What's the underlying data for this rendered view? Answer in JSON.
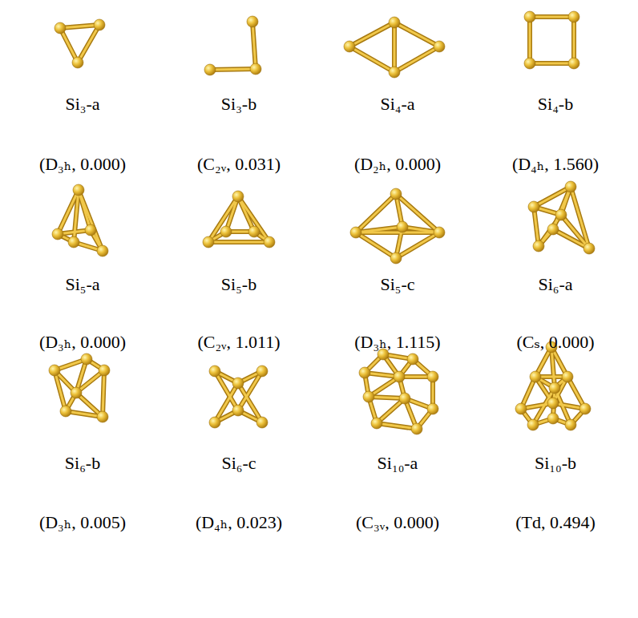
{
  "diagram": {
    "labels": [
      "Si₃-a",
      "Si₃-b",
      "Si₄-a",
      "Si₄-b",
      "(D₃ₕ, 0.000)",
      "(C₂ᵥ, 0.031)",
      "(D₂ₕ, 0.000)",
      "(D₄ₕ, 1.560)",
      "Si₅-a",
      "Si₅-b",
      "Si₅-c",
      "Si₆-a",
      "(D₃ₕ, 0.000)",
      "(C₂ᵥ, 1.011)",
      "(D₃ₕ, 1.115)",
      "(Cₛ, 0.000)",
      "Si₆-b",
      "Si₆-c",
      "Si₁₀-a",
      "Si₁₀-b",
      "(D₃ₕ, 0.005)",
      "(D₄ₕ, 0.023)",
      "(C₃ᵥ, 0.000)",
      "(Td, 0.494)"
    ]
  }
}
